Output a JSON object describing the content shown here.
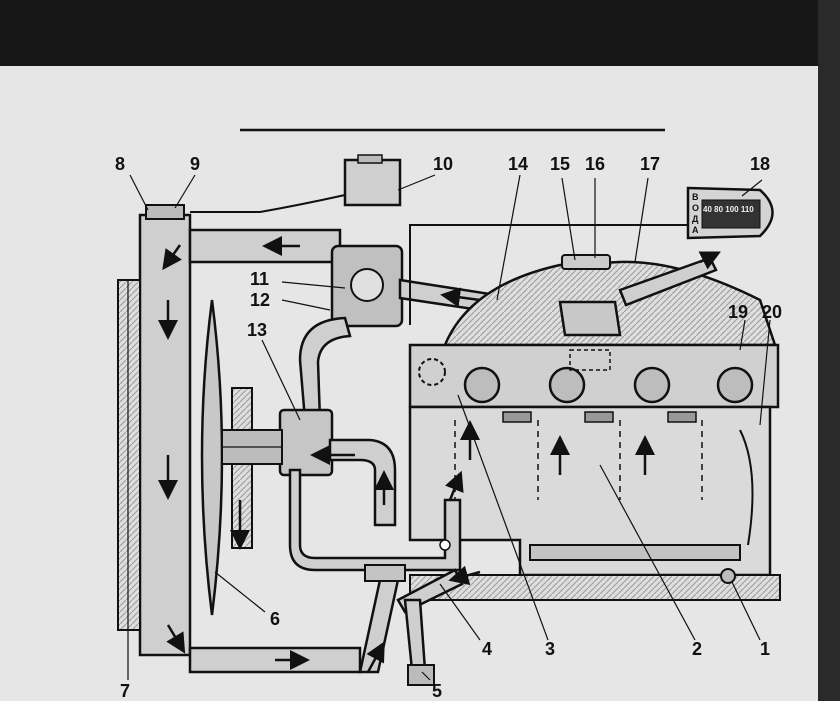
{
  "labels": [
    {
      "id": "1",
      "text": "1"
    },
    {
      "id": "2",
      "text": "2"
    },
    {
      "id": "3",
      "text": "3"
    },
    {
      "id": "4",
      "text": "4"
    },
    {
      "id": "5",
      "text": "5"
    },
    {
      "id": "6",
      "text": "6"
    },
    {
      "id": "7",
      "text": "7"
    },
    {
      "id": "8",
      "text": "8"
    },
    {
      "id": "9",
      "text": "9"
    },
    {
      "id": "10",
      "text": "10"
    },
    {
      "id": "11",
      "text": "11"
    },
    {
      "id": "12",
      "text": "12"
    },
    {
      "id": "13",
      "text": "13"
    },
    {
      "id": "14",
      "text": "14"
    },
    {
      "id": "15",
      "text": "15"
    },
    {
      "id": "16",
      "text": "16"
    },
    {
      "id": "17",
      "text": "17"
    },
    {
      "id": "18",
      "text": "18"
    },
    {
      "id": "19",
      "text": "19"
    },
    {
      "id": "20",
      "text": "20"
    }
  ],
  "gauge": {
    "letters": [
      "В",
      "О",
      "Д",
      "А"
    ],
    "scale": "40 80 100 110"
  }
}
